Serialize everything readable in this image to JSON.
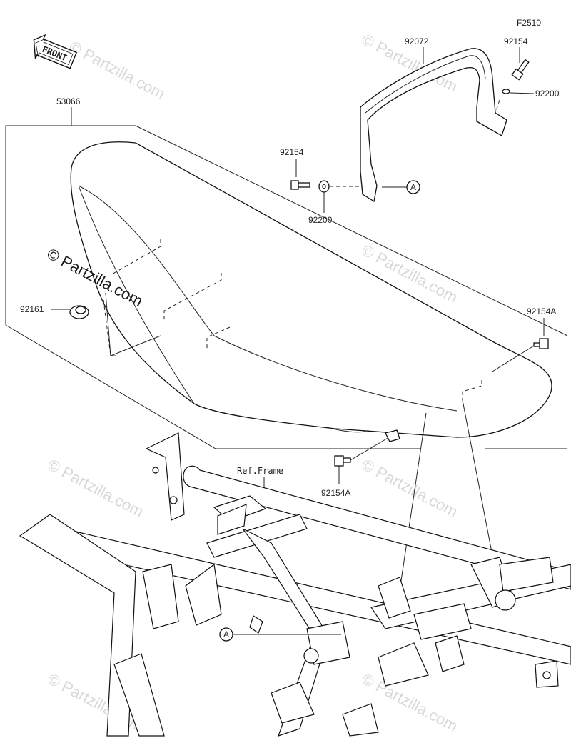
{
  "diagram_code": "F2510",
  "front_label": "FRONT",
  "ref_frame_label": "Ref.Frame",
  "callout_ref": "A",
  "copyright_big": "© Partzilla.com",
  "watermark": "© Partzilla.com",
  "parts": {
    "seat": "53066",
    "grab_bar": "92072",
    "bolt_top_right": "92154",
    "washer_top_right": "92200",
    "bolt_mid": "92154",
    "washer_mid": "92200",
    "damper": "92161",
    "bolt_seat_rear": "92154A",
    "bolt_seat_front": "92154A"
  }
}
